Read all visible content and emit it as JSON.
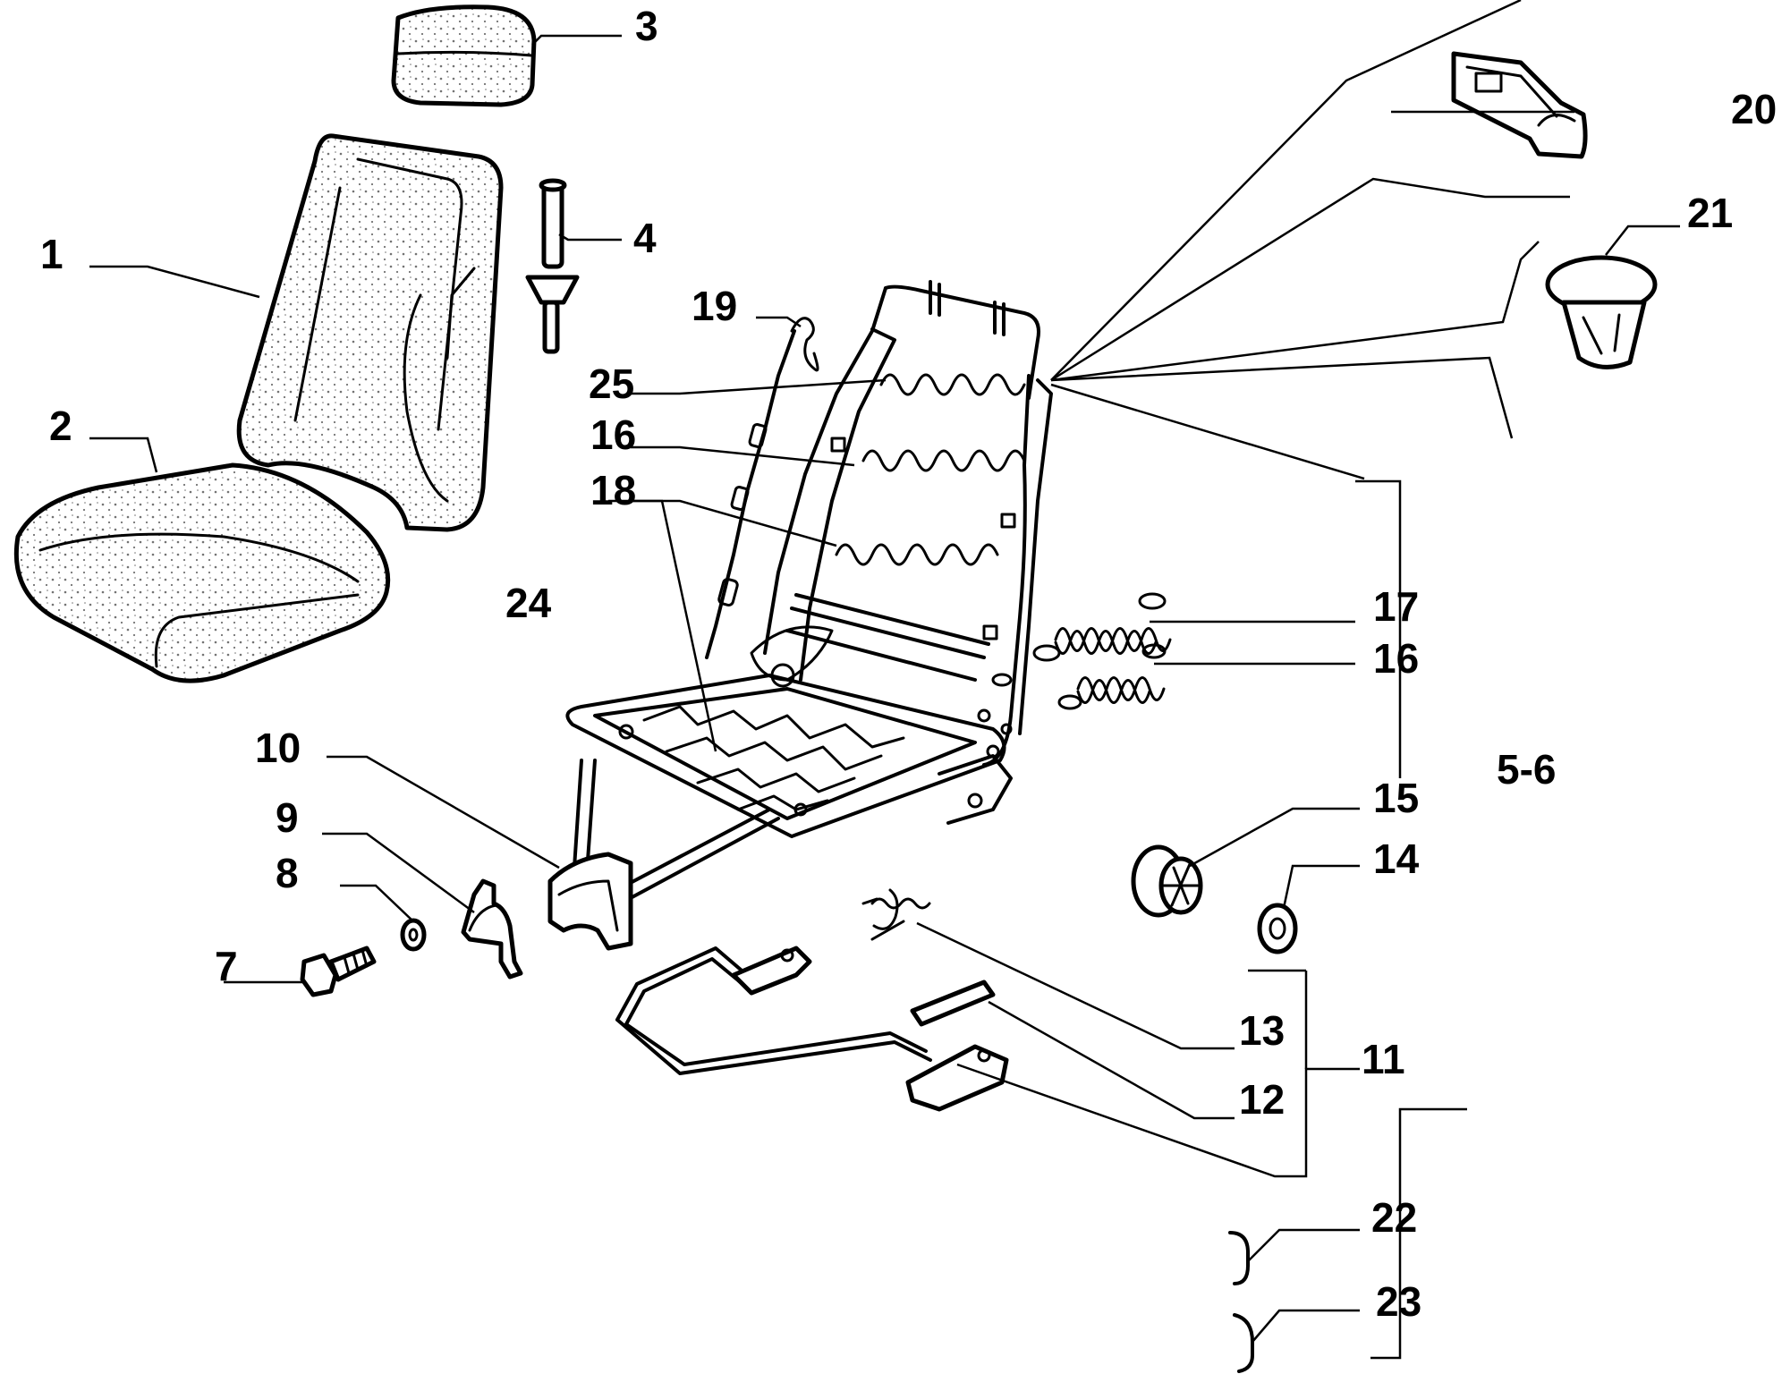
{
  "diagram": {
    "labels": {
      "p1": "1",
      "p2": "2",
      "p3": "3",
      "p4": "4",
      "p5_6": "5-6",
      "p7": "7",
      "p8": "8",
      "p9": "9",
      "p10": "10",
      "p11": "11",
      "p12": "12",
      "p13": "13",
      "p14": "14",
      "p15": "15",
      "p16a": "16",
      "p16b": "16",
      "p17": "17",
      "p18": "18",
      "p19": "19",
      "p20": "20",
      "p21": "21",
      "p22": "22",
      "p23": "23",
      "p24": "24",
      "p25": "25"
    }
  }
}
